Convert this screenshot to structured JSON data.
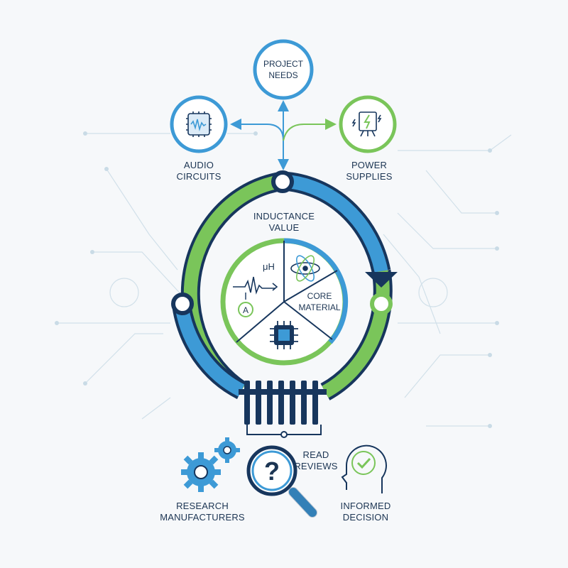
{
  "top": {
    "project_needs": [
      "PROJECT",
      "NEEDS"
    ],
    "audio_circuits": [
      "AUDIO",
      "CIRCUITS"
    ],
    "power_supplies": [
      "POWER",
      "SUPPLIES"
    ]
  },
  "cycle": {
    "inductance_value": [
      "INDUCTANCE",
      "VALUE"
    ],
    "core_material": [
      "CORE",
      "MATERIAL"
    ],
    "unit_symbol": "μH",
    "ammeter_symbol": "A"
  },
  "bottom": {
    "research_manufacturers": [
      "RESEARCH",
      "MANUFACTURERS"
    ],
    "read_reviews": [
      "READ",
      "REVIEWS"
    ],
    "informed_decision": [
      "INFORMED",
      "DECISION"
    ],
    "question_mark": "?"
  },
  "colors": {
    "navy": "#17365d",
    "blue": "#3d9ad6",
    "green": "#7ac55a",
    "background": "#f6f8fa"
  },
  "icons": [
    "audio-chip-icon",
    "power-supply-icon",
    "waveform-icon",
    "atom-icon",
    "processor-chip-icon",
    "inductor-coil-icon",
    "gears-icon",
    "magnifier-question-icon",
    "head-check-icon"
  ]
}
